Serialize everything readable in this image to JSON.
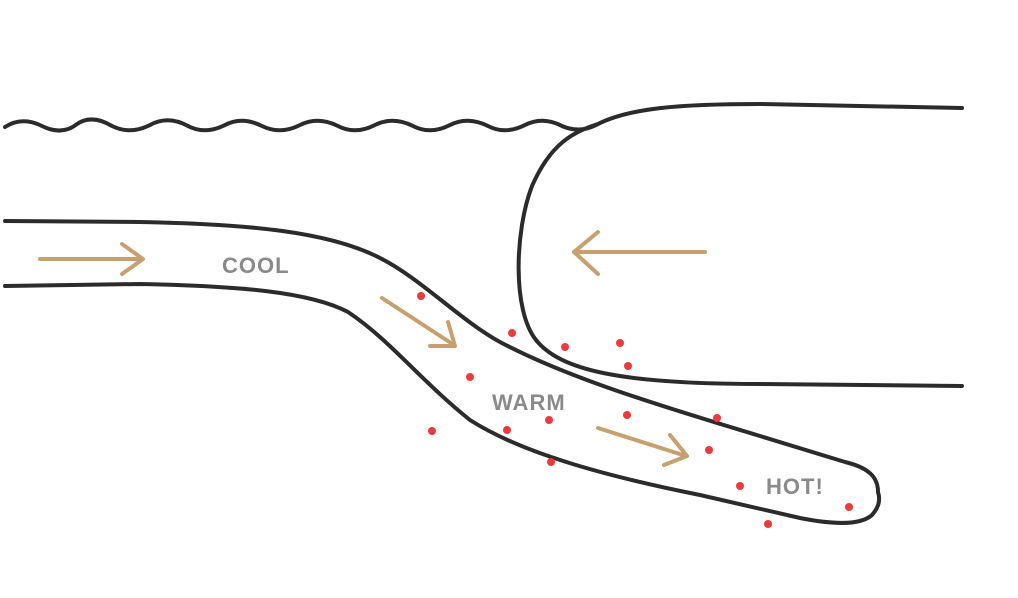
{
  "labels": {
    "cool": "COOL",
    "warm": "WARM",
    "hot": "HOT!"
  },
  "colors": {
    "outline": "#2b2b2b",
    "arrow": "#c8a070",
    "label": "#8a8a8a",
    "dots": "#ee3a3a",
    "background": "#ffffff"
  },
  "icons": [
    "arrow-right-icon",
    "arrow-down-right-icon",
    "arrow-left-icon"
  ]
}
